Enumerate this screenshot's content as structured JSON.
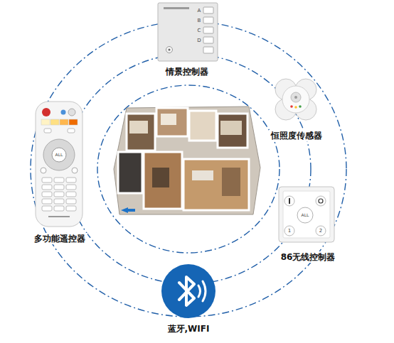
{
  "diagram": {
    "nodes": [
      {
        "text": [
          "情景控制器"
        ]
      },
      {
        "text": [
          "恒照度传感器"
        ]
      },
      {
        "text": [
          "多功能遥控器"
        ]
      },
      {
        "text": [
          "86无线控制器"
        ]
      },
      {
        "text": [
          "蓝牙,WIFI"
        ]
      }
    ],
    "labels": [
      "A",
      "B",
      "C",
      "D",
      "ALL",
      "ALL",
      "1",
      "2"
    ]
  }
}
